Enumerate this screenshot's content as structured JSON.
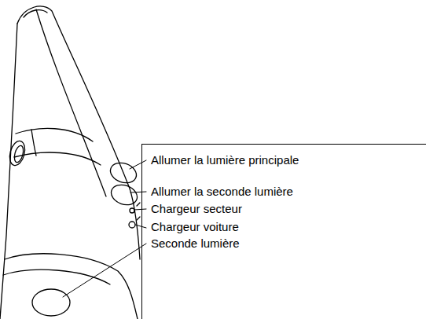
{
  "diagram": {
    "nodes": [
      {
        "text": [
          "Allumer la lumière principale",
          "Allumer la seconde lumière",
          "Chargeur secteur",
          "Chargeur voiture",
          "Seconde lumière"
        ]
      }
    ]
  }
}
